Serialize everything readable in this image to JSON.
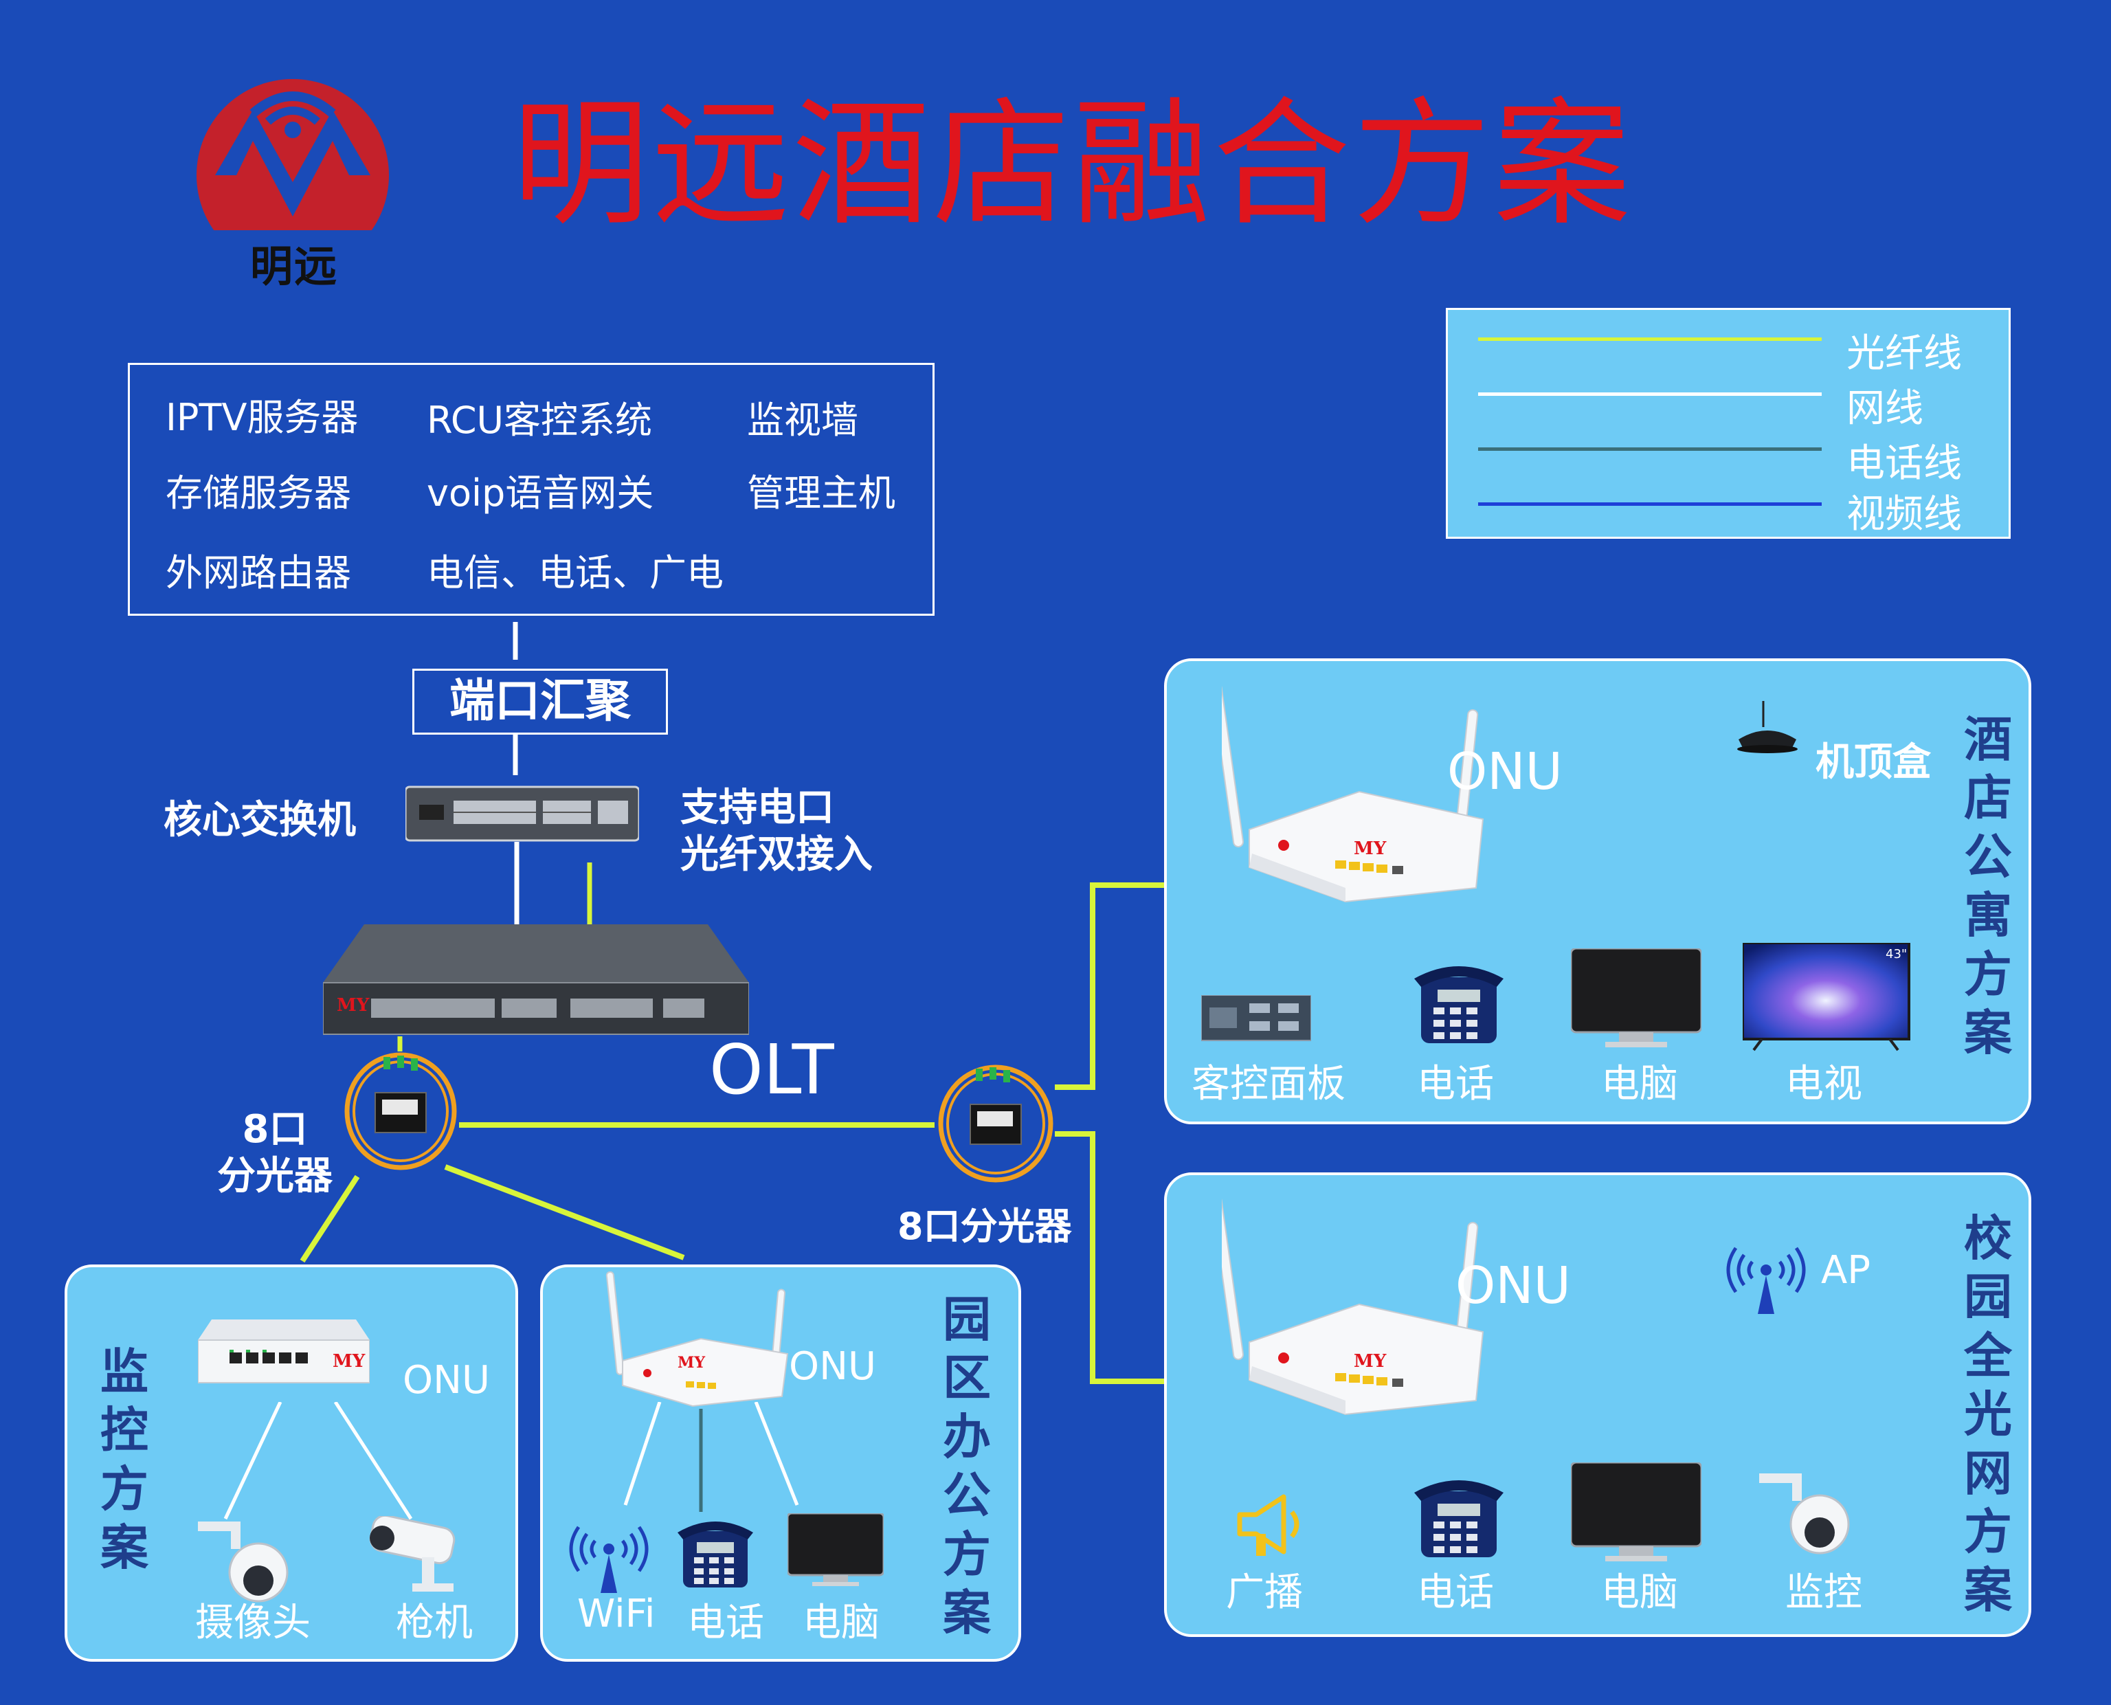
{
  "header": {
    "logo_text": "明远",
    "title": "明远酒店融合方案"
  },
  "legend": {
    "items": [
      {
        "label": "光纤线",
        "color": "#d8f53a"
      },
      {
        "label": "网线",
        "color": "#ffffff"
      },
      {
        "label": "电话线",
        "color": "#3a6f7a"
      },
      {
        "label": "视频线",
        "color": "#1e3fd8"
      }
    ]
  },
  "servers": {
    "items": [
      "IPTV服务器",
      "RCU客控系统",
      "监视墙",
      "存储服务器",
      "voip语音网关",
      "管理主机",
      "外网路由器",
      "电信、电话、广电"
    ]
  },
  "port_aggregation": "端口汇聚",
  "core_switch": {
    "label": "核心交换机",
    "support_line1": "支持电口",
    "support_line2": "光纤双接入"
  },
  "olt": {
    "label": "OLT",
    "brand": "MY"
  },
  "splitter_left": {
    "line1": "8口",
    "line2": "分光器"
  },
  "splitter_right": {
    "label": "8口分光器"
  },
  "hotel_panel": {
    "onu": "ONU",
    "brand": "MY",
    "settop": "机顶盒",
    "devices": [
      "客控面板",
      "电话",
      "电脑",
      "电视"
    ],
    "tv_badge": "43\"",
    "title": [
      "酒",
      "店",
      "公",
      "寓",
      "方",
      "案"
    ]
  },
  "campus_panel": {
    "onu": "ONU",
    "brand": "MY",
    "ap": "AP",
    "devices": [
      "广播",
      "电话",
      "电脑",
      "监控"
    ],
    "title": [
      "校",
      "园",
      "全",
      "光",
      "网",
      "方",
      "案"
    ]
  },
  "monitor_panel": {
    "title": [
      "监",
      "控",
      "方",
      "案"
    ],
    "onu": "ONU",
    "brand": "MY",
    "devices": [
      "摄像头",
      "枪机"
    ]
  },
  "office_panel": {
    "title": [
      "园",
      "区",
      "办",
      "公",
      "方",
      "案"
    ],
    "onu": "ONU",
    "brand": "MY",
    "devices": [
      "WiFi",
      "电话",
      "电脑"
    ]
  }
}
